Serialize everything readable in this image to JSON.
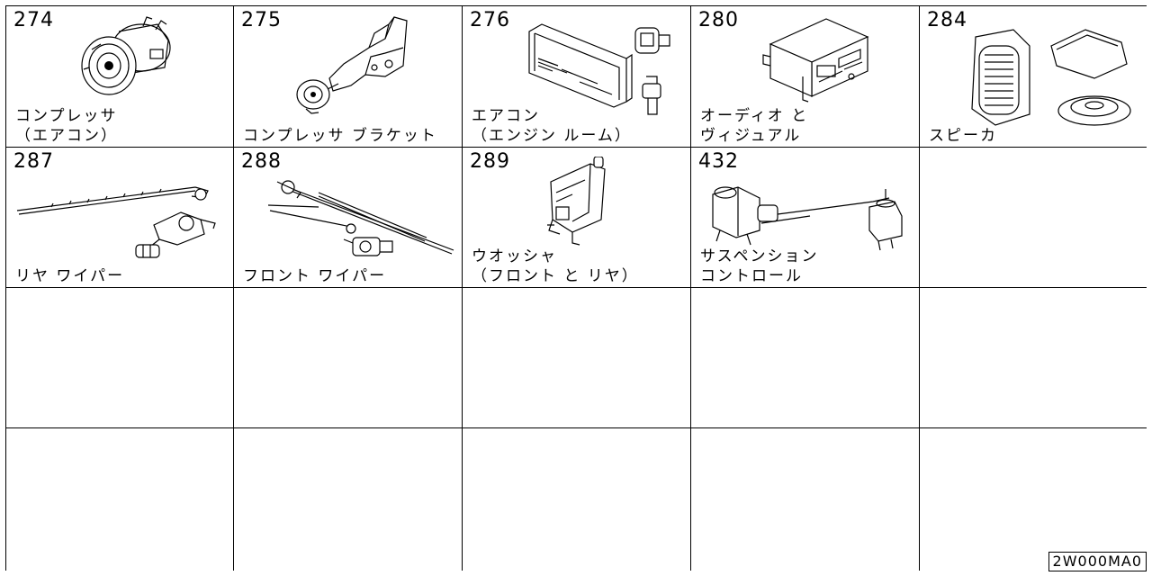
{
  "catalog": {
    "code": "2W000MA0",
    "cells": [
      {
        "number": "274",
        "label": "コンプレッサ\n（エアコン）",
        "icon": "compressor-icon"
      },
      {
        "number": "275",
        "label": "コンプレッサ ブラケット",
        "icon": "compressor-bracket-icon"
      },
      {
        "number": "276",
        "label": "エアコン\n（エンジン ルーム）",
        "icon": "ac-condenser-icon"
      },
      {
        "number": "280",
        "label": "オーディオ と\nヴィジュアル",
        "icon": "audio-unit-icon"
      },
      {
        "number": "284",
        "label": "スピーカ",
        "icon": "speaker-icon"
      },
      {
        "number": "287",
        "label": "リヤ ワイパー",
        "icon": "rear-wiper-icon"
      },
      {
        "number": "288",
        "label": "フロント ワイパー",
        "icon": "front-wiper-icon"
      },
      {
        "number": "289",
        "label": "ウオッシャ\n（フロント と リヤ）",
        "icon": "washer-tank-icon"
      },
      {
        "number": "432",
        "label": "サスペンション\nコントロール",
        "icon": "suspension-control-icon"
      }
    ]
  }
}
